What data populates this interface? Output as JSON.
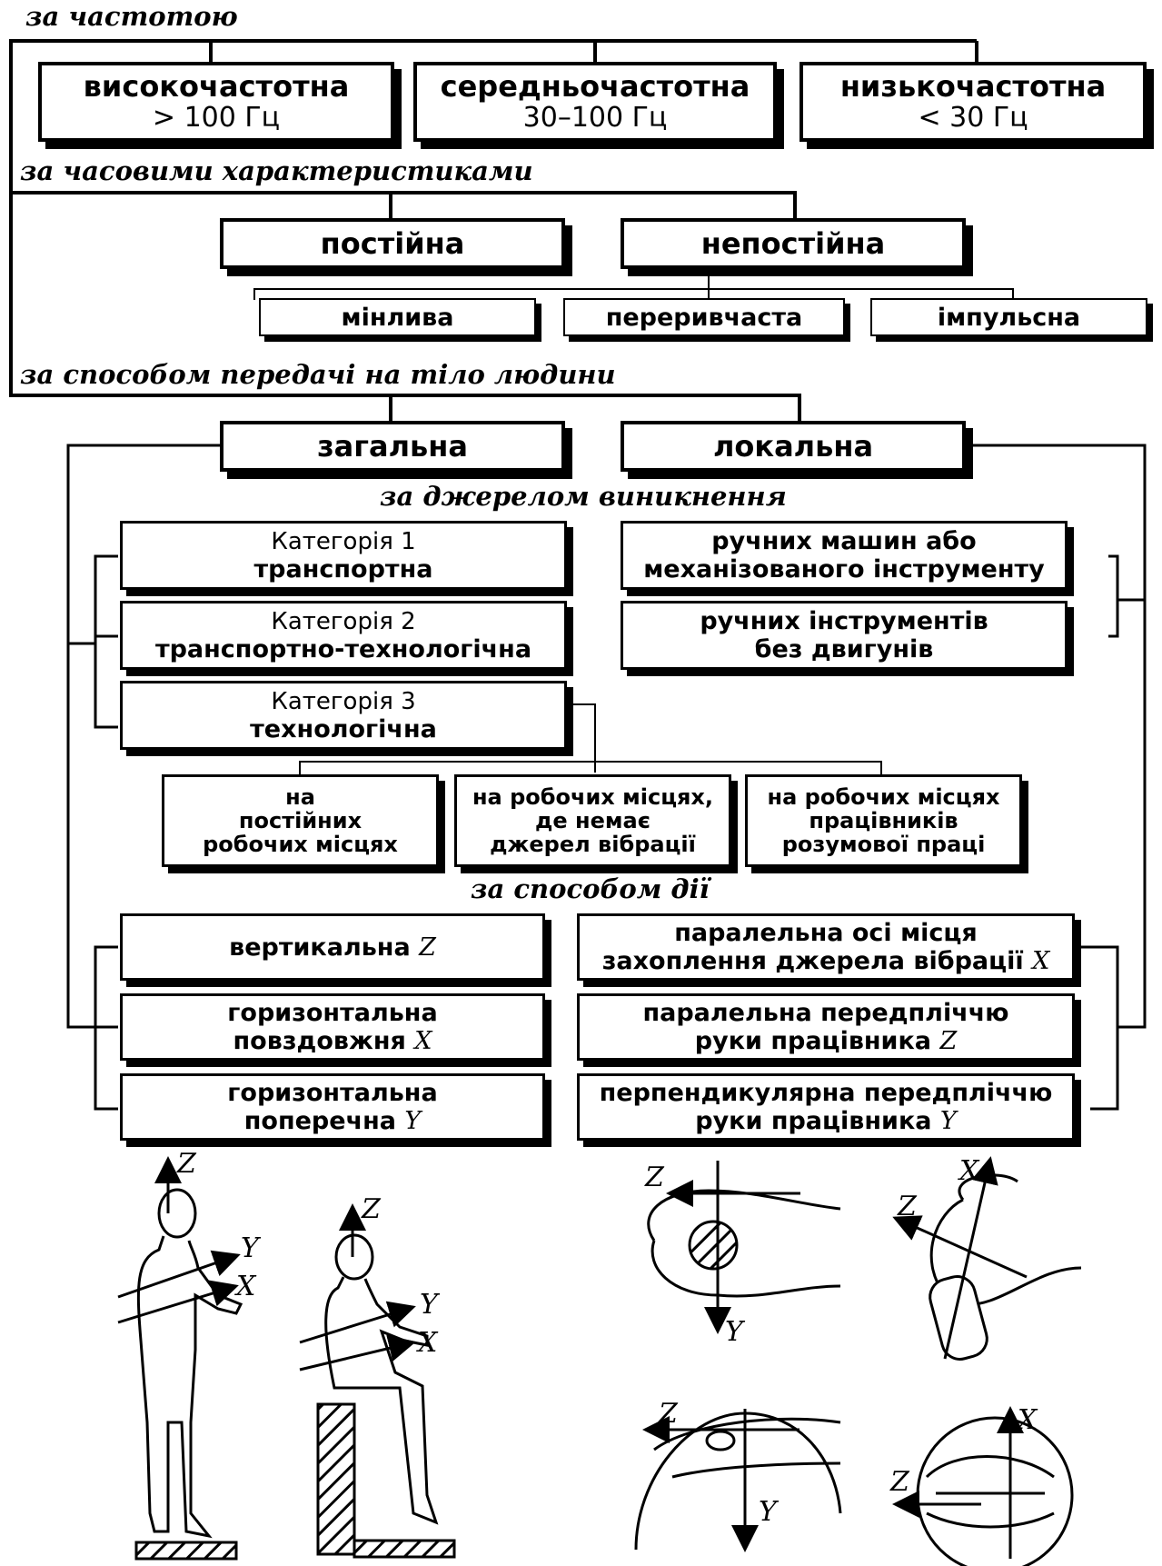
{
  "headings": {
    "frequency": "за частотою",
    "time": "за часовими характеристиками",
    "transmission": "за способом передачі на тіло людини",
    "source": "за джерелом виникнення",
    "action": "за способом дії"
  },
  "frequency": {
    "high": {
      "title": "високочастотна",
      "range": "> 100 Гц"
    },
    "mid": {
      "title": "середньочастотна",
      "range": "30–100 Гц"
    },
    "low": {
      "title": "низькочастотна",
      "range": "< 30 Гц"
    }
  },
  "time": {
    "constant": "постійна",
    "nonconstant": "непостійна",
    "variable": "мінлива",
    "intermittent": "переривчаста",
    "impulse": "імпульсна"
  },
  "transmission": {
    "general": "загальна",
    "local": "локальна"
  },
  "categories": [
    {
      "label": "Категорія 1",
      "name": "транспортна"
    },
    {
      "label": "Категорія 2",
      "name": "транспортно-технологічна"
    },
    {
      "label": "Категорія 3",
      "name": "технологічна"
    }
  ],
  "local_sources": [
    {
      "line1": "ручних машин або",
      "line2": "механізованого інструменту"
    },
    {
      "line1": "ручних інструментів",
      "line2": "без двигунів"
    }
  ],
  "workplaces": [
    {
      "line1": "на",
      "line2": "постійних",
      "line3": "робочих місцях"
    },
    {
      "line1": "на робочих місцях,",
      "line2": "де немає",
      "line3": "джерел вібрації"
    },
    {
      "line1": "на робочих місцях",
      "line2": "працівників",
      "line3": "розумової праці"
    }
  ],
  "general_action": [
    {
      "line1": "вертикальна",
      "axis": "Z",
      "line2": ""
    },
    {
      "line1": "горизонтальна",
      "line2": "повздовжня",
      "axis": "X"
    },
    {
      "line1": "горизонтальна",
      "line2": "поперечна",
      "axis": "Y"
    }
  ],
  "local_action": [
    {
      "line1": "паралельна осі місця",
      "line2": "захоплення джерела вібрації",
      "axis": "X"
    },
    {
      "line1": "паралельна передпліччю",
      "line2": "руки працівника",
      "axis": "Z"
    },
    {
      "line1": "перпендикулярна передпліччю",
      "line2": "руки працівника",
      "axis": "Y"
    }
  ],
  "figure_axes": {
    "z": "Z",
    "y": "Y",
    "x": "X"
  }
}
